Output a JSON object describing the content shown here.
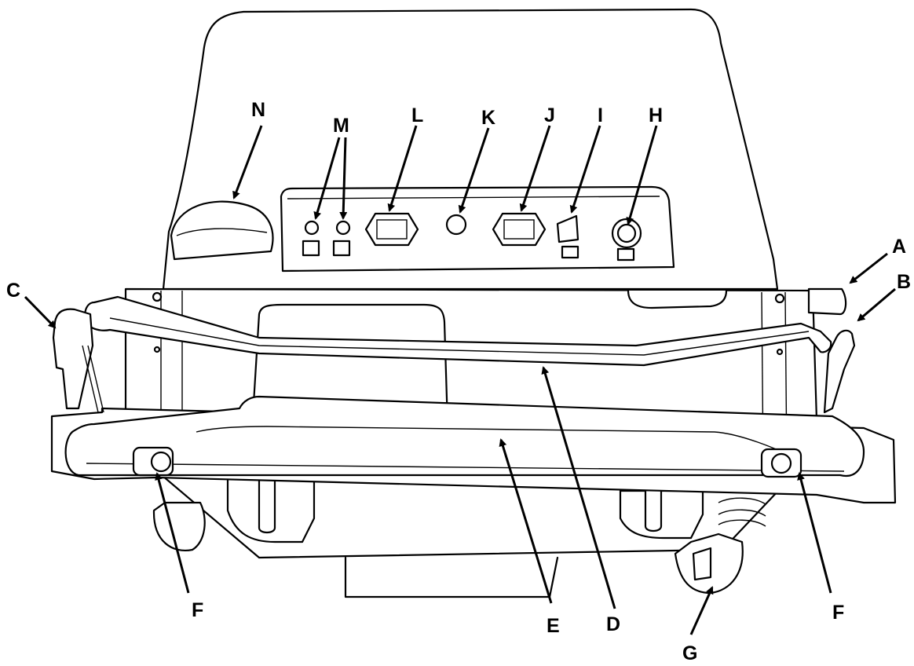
{
  "figure": {
    "colors": {
      "line": "#000000",
      "background": "#ffffff"
    },
    "callouts": {
      "A": "A",
      "B": "B",
      "C": "C",
      "D": "D",
      "E": "E",
      "F_left": "F",
      "F_right": "F",
      "G": "G",
      "H": "H",
      "I": "I",
      "J": "J",
      "K": "K",
      "L": "L",
      "M": "M",
      "N": "N"
    }
  }
}
